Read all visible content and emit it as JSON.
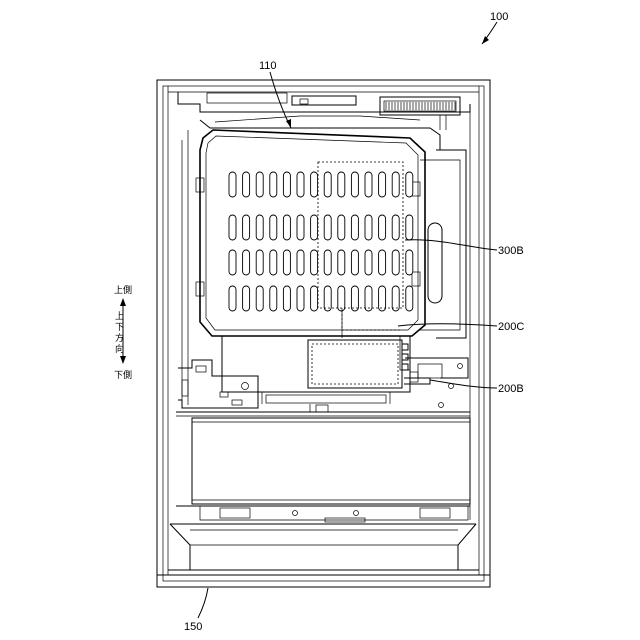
{
  "reference_labels": {
    "device": "100",
    "top_part": "110",
    "bottom_part": "150",
    "region_300B": "300B",
    "region_200C": "200C",
    "region_200B": "200B"
  },
  "direction": {
    "upper": "上側",
    "axis_chars": [
      "上",
      "下",
      "方",
      "向"
    ],
    "lower": "下側"
  }
}
